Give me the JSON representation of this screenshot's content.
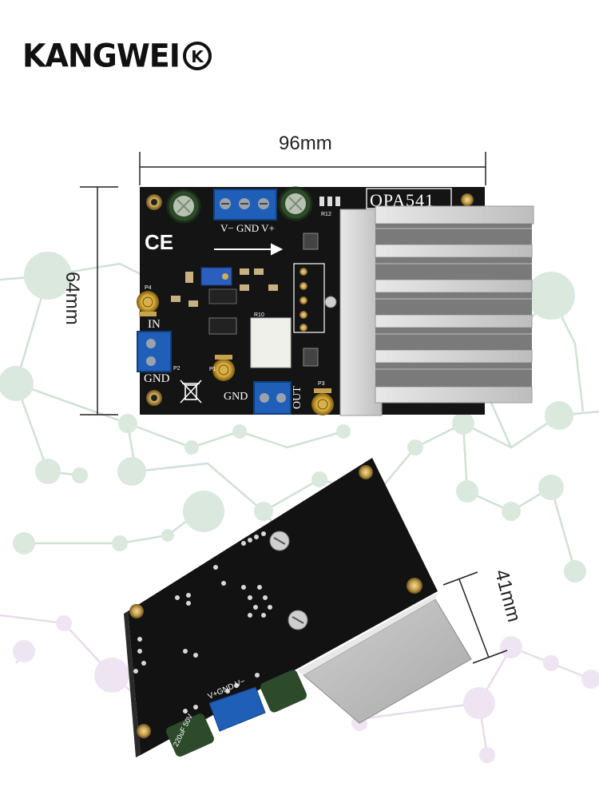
{
  "brand": {
    "name": "KANGWEI",
    "mark": "K"
  },
  "dimensions": {
    "width": "96mm",
    "height": "64mm",
    "depth": "41mm"
  },
  "board": {
    "chip": "OPA541",
    "power_label": "V− GND V+",
    "in_label": "IN",
    "gnd_label_left": "GND",
    "gnd_label_bottom": "GND",
    "out_label": "OUT",
    "ce_mark": "CE",
    "refs": {
      "p4": "P4",
      "p2": "P2",
      "p1": "P1",
      "p3": "P3",
      "r10": "R10",
      "r12": "R12"
    },
    "rear_power_label": "V+GND V−",
    "rear_cap_label": "220uF 50V"
  },
  "colors": {
    "pcb": "#141414",
    "heatsink": "#d8d8d8",
    "terminal": "#1f5fb8",
    "network": "#8fb89a"
  }
}
